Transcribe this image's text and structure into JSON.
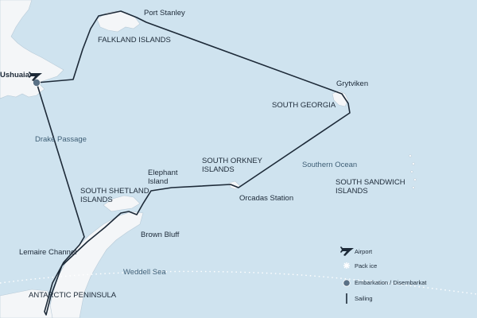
{
  "labels": {
    "port_stanley": "Port Stanley",
    "falkland_islands": "FALKLAND ISLANDS",
    "ushuaia": "Ushuaia",
    "grytviken": "Grytviken",
    "south_georgia": "SOUTH GEORGIA",
    "drake_passage": "Drake Passage",
    "south_orkney_islands": "SOUTH ORKNEY\nISLANDS",
    "southern_ocean": "Southern Ocean",
    "elephant_island": "Elephant\nIsland",
    "south_sandwich_islands": "SOUTH SANDWICH\nISLANDS",
    "south_shetland_islands": "SOUTH SHETLAND\nISLANDS",
    "orcadas_station": "Orcadas Station",
    "brown_bluff": "Brown Bluff",
    "lemaire_channel": "Lemaire Channel",
    "weddell_sea": "Weddell Sea",
    "antarctic_peninsula": "ANTARCTIC PENINSULA"
  },
  "legend": {
    "airport": "Airport",
    "pack_ice": "Pack ice",
    "embarkation": "Embarkation / Disembarkat",
    "sailing": "Sailing"
  },
  "colors": {
    "sea": "#cfe3ef",
    "land": "#f4f6f8",
    "route": "#1d2a38",
    "marker": "#5a7186"
  },
  "icons": {
    "airport": "airplane-icon",
    "pack_ice": "snowflake-icon",
    "embarkation": "dot-icon",
    "sailing": "line-icon"
  }
}
